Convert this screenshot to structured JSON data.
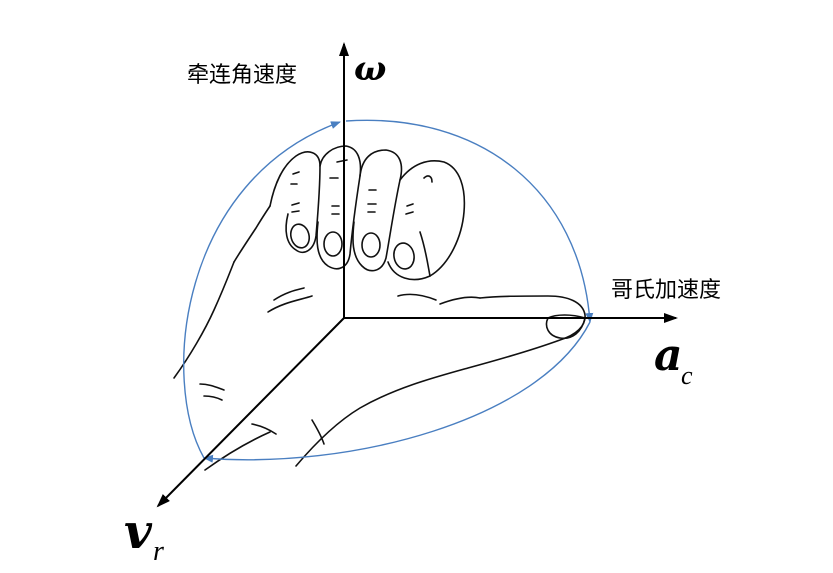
{
  "labels": {
    "omega_axis_name": "牵连角速度",
    "omega_symbol": "ω",
    "ac_axis_name": "哥氏加速度",
    "ac_symbol": "a",
    "ac_subscript": "c",
    "vr_symbol": "v",
    "vr_subscript": "r"
  },
  "colors": {
    "axis": "#000000",
    "rotation_arc": "#4a7fc1",
    "hand_outline": "#111111"
  }
}
